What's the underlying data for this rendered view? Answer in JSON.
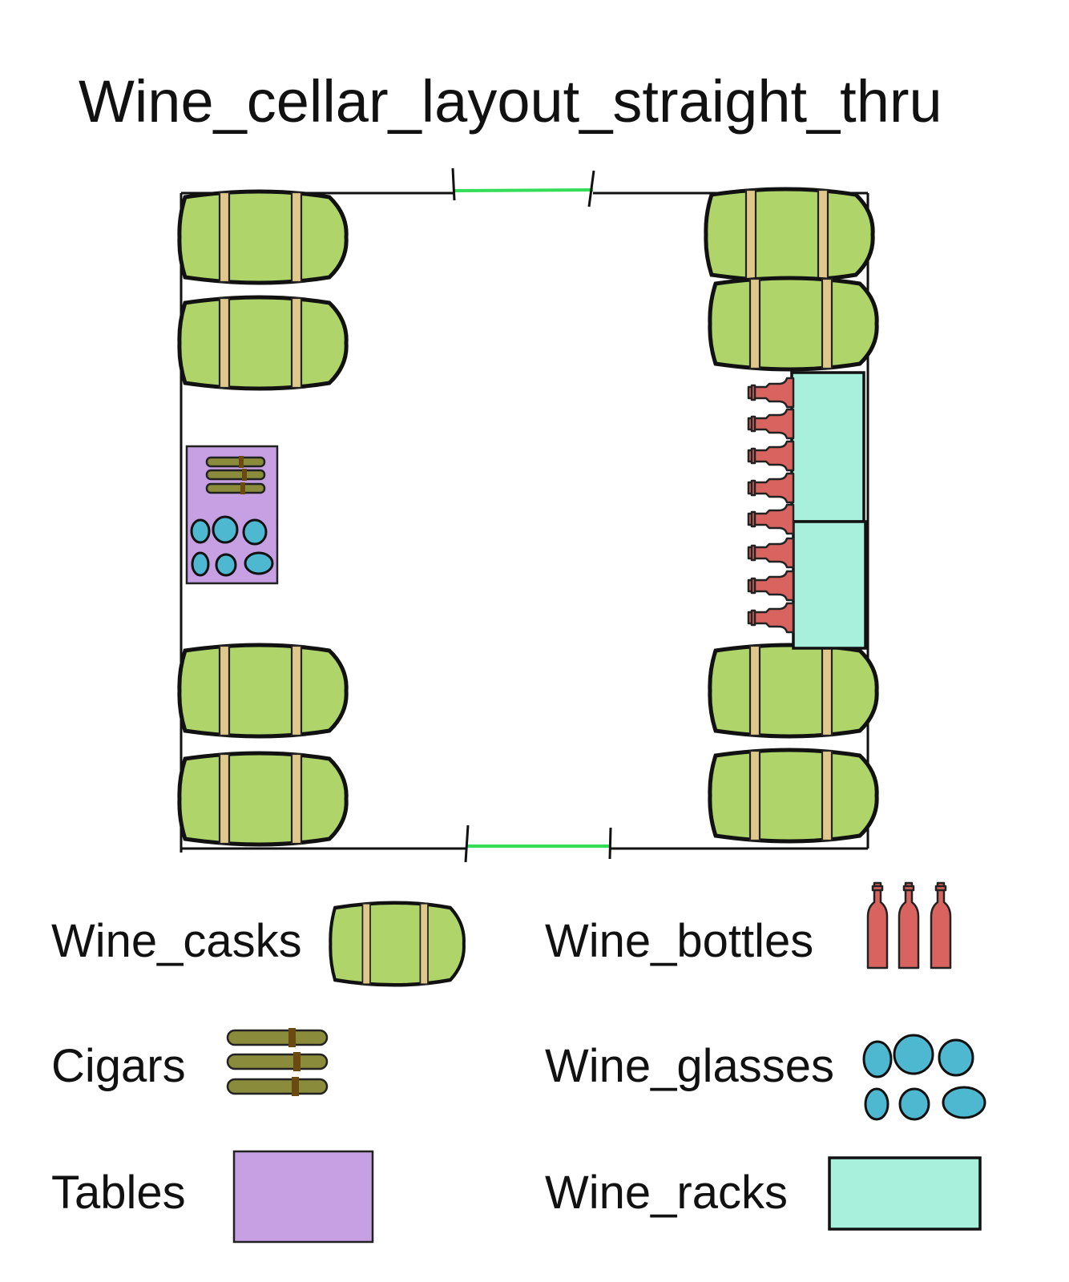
{
  "title": "Wine_cellar_layout_straight_thru",
  "legend": {
    "wine_casks": "Wine_casks",
    "wine_bottles": "Wine_bottles",
    "cigars": "Cigars",
    "wine_glasses": "Wine_glasses",
    "tables": "Tables",
    "wine_racks": "Wine_racks"
  },
  "colors": {
    "cask": "#aed46a",
    "cask_band": "#e0c88c",
    "bottle": "#d9645f",
    "rack": "#a8f0dc",
    "table": "#c6a0e2",
    "glass": "#4db8d0",
    "cigar": "#8b8b3c",
    "door": "#33dd55"
  }
}
